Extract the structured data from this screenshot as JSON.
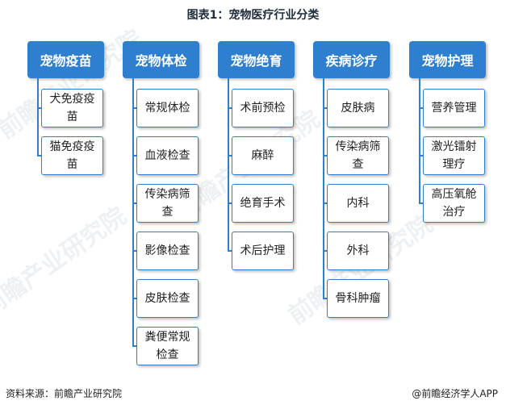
{
  "title": "图表1：宠物医疗行业分类",
  "categories": [
    {
      "label": "宠物疫苗",
      "items": [
        "犬免疫疫苗",
        "猫免疫疫苗"
      ]
    },
    {
      "label": "宠物体检",
      "items": [
        "常规体检",
        "血液检查",
        "传染病筛查",
        "影像检查",
        "皮肤检查",
        "粪便常规检查"
      ]
    },
    {
      "label": "宠物绝育",
      "items": [
        "术前预检",
        "麻醉",
        "绝育手术",
        "术后护理"
      ]
    },
    {
      "label": "疾病诊疗",
      "items": [
        "皮肤病",
        "传染病筛查",
        "内科",
        "外科",
        "骨科肿瘤"
      ]
    },
    {
      "label": "宠物护理",
      "items": [
        "营养管理",
        "激光镭射理疗",
        "高压氧舱治疗"
      ]
    }
  ],
  "footer": {
    "source": "资料来源：前瞻产业研究院",
    "brand": "@前瞻经济学人APP"
  },
  "watermark": "前瞻产业研究院",
  "colors": {
    "accent": "#2e7fd0"
  }
}
